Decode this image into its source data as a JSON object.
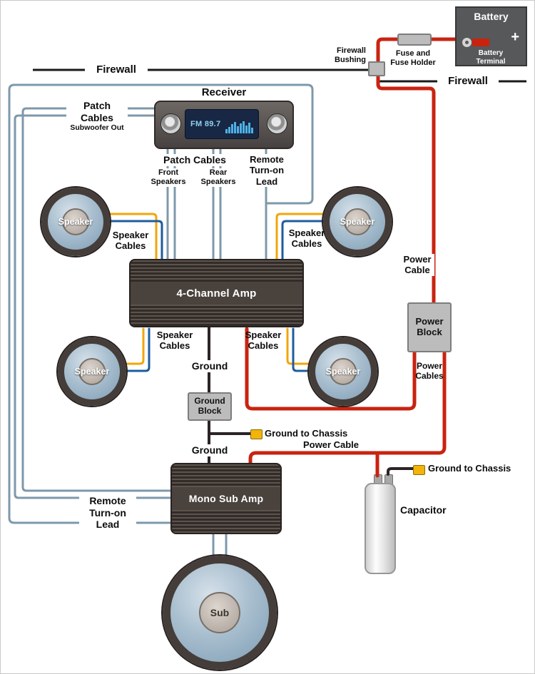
{
  "labels": {
    "firewall_left": "Firewall",
    "firewall_right": "Firewall",
    "firewall_bushing": "Firewall Bushing",
    "fuse_holder": "Fuse and Fuse Holder",
    "battery": "Battery",
    "battery_plus": "+",
    "battery_terminal": "Battery Terminal",
    "receiver": "Receiver",
    "receiver_display": "FM 89.7",
    "patch_cables_subwoofer": "Patch Cables",
    "subwoofer_out": "Subwoofer Out",
    "patch_cables_amp": "Patch Cables",
    "front_speakers": "Front Speakers",
    "rear_speakers": "Rear Speakers",
    "remote_turn_on_top": "Remote Turn-on Lead",
    "remote_turn_on_bottom": "Remote Turn-on Lead",
    "speaker_cables_upper_left": "Speaker Cables",
    "speaker_cables_upper_right": "Speaker Cables",
    "speaker_cables_lower_left": "Speaker Cables",
    "speaker_cables_lower_right": "Speaker Cables",
    "speaker_upper_left": "Speaker",
    "speaker_upper_right": "Speaker",
    "speaker_lower_left": "Speaker",
    "speaker_lower_right": "Speaker",
    "amp_4channel": "4-Channel Amp",
    "mono_sub_amp": "Mono Sub Amp",
    "power_cable_main": "Power Cable",
    "power_block": "Power Block",
    "power_cables": "Power Cables",
    "power_cable_sub": "Power Cable",
    "ground_upper": "Ground",
    "ground_block": "Ground Block",
    "ground_to_chassis_amp": "Ground to Chassis",
    "ground_lower": "Ground",
    "ground_to_chassis_cap": "Ground to Chassis",
    "capacitor": "Capacitor",
    "sub": "Sub"
  },
  "colors": {
    "power_cable_red": "#c92310",
    "patch_cable_bluegray": "#7e98ab",
    "speaker_cable_yellow": "#f2a60a",
    "speaker_cable_blue": "#1e5c9e",
    "ground_cable_dark": "#2b2326",
    "firewall_line": "#1a1a1a"
  },
  "receiver_eq_bars": [
    6,
    9,
    13,
    16,
    10,
    14,
    17,
    11,
    15,
    8
  ]
}
